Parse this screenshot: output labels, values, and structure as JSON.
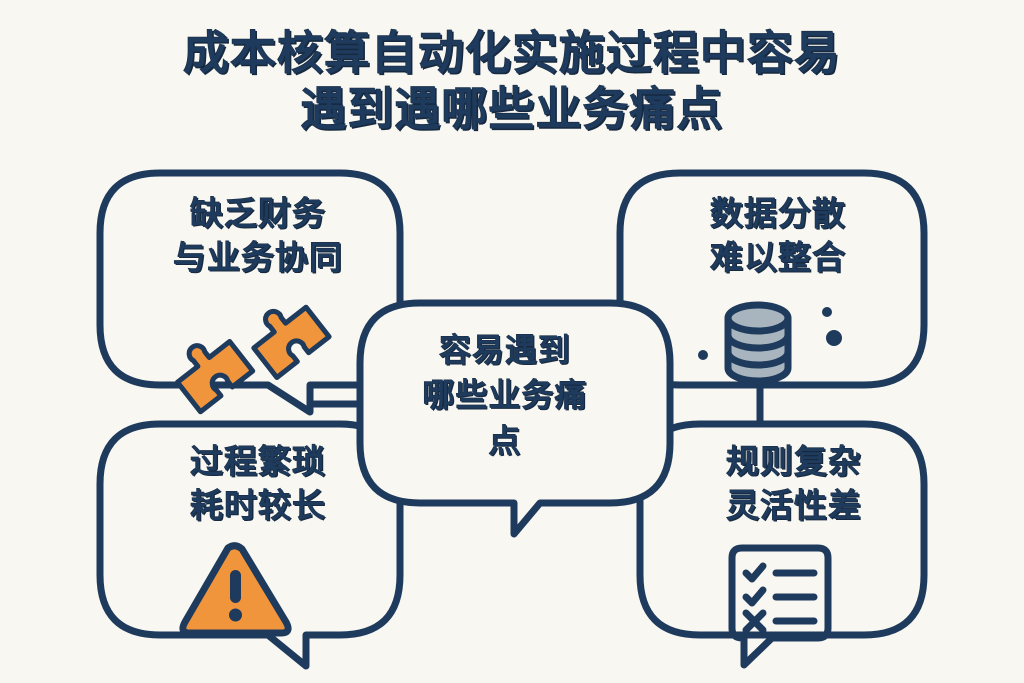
{
  "page": {
    "background_color": "#F9F7F1",
    "ink_color": "#1E3A5C",
    "accent_color": "#F0953C",
    "muted_color": "#A8B4BE"
  },
  "title": {
    "line1": "成本核算自动化实施过程中容易",
    "line2": "遇到遇哪些业务痛点"
  },
  "center": {
    "line1": "容易遇到",
    "line2": "哪些业务痛",
    "line3": "点"
  },
  "bubbles": [
    {
      "id": "top-left",
      "line1": "缺乏财务",
      "line2": "与业务协同",
      "icon": "puzzle-pieces-icon",
      "icon_color": "#F0953C"
    },
    {
      "id": "top-right",
      "line1": "数据分散",
      "line2": "难以整合",
      "icon": "database-icon",
      "icon_color": "#A8B4BE"
    },
    {
      "id": "bottom-left",
      "line1": "过程繁琐",
      "line2": "耗时较长",
      "icon": "warning-triangle-icon",
      "icon_color": "#F0953C"
    },
    {
      "id": "bottom-right",
      "line1": "规则复杂",
      "line2": "灵活性差",
      "icon": "checklist-icon",
      "icon_color": "#1E3A5C"
    }
  ]
}
